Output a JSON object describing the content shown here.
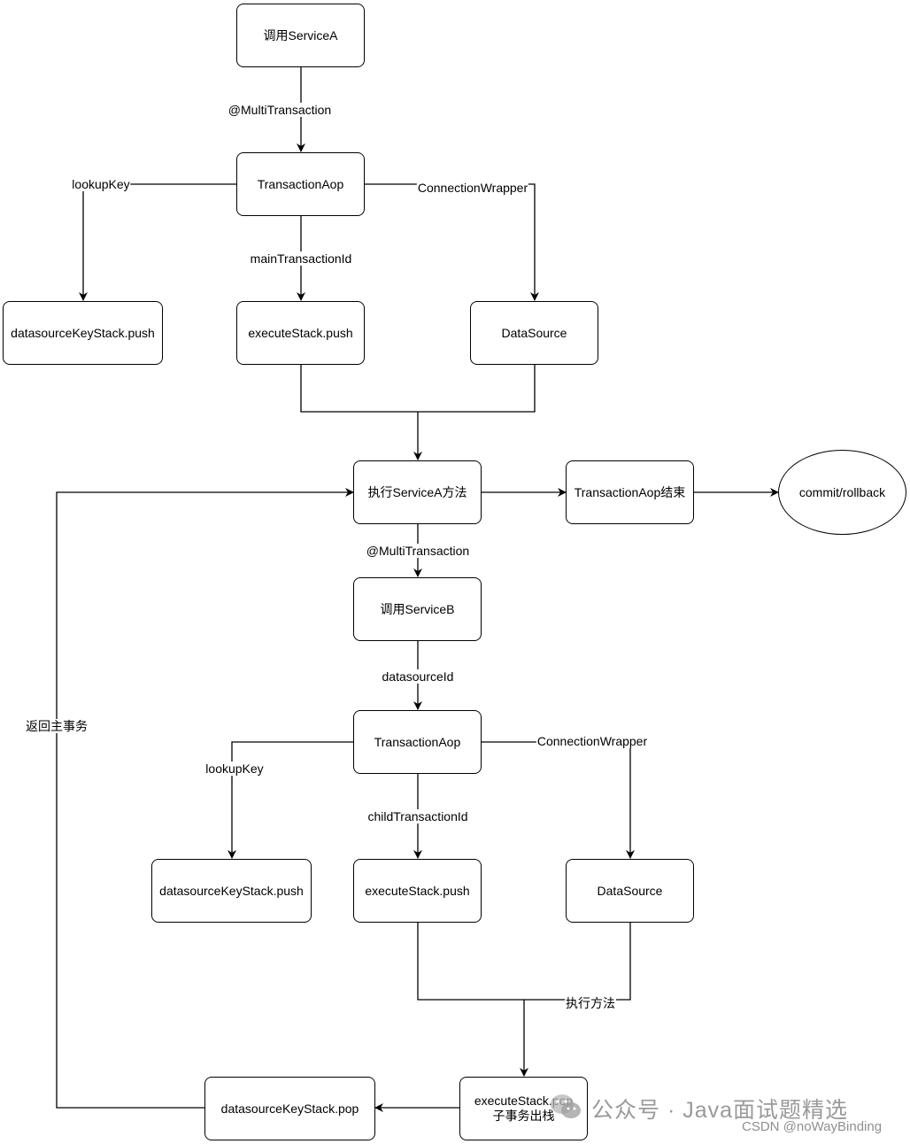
{
  "nodes": {
    "call_service_a": "调用ServiceA",
    "transaction_aop_1": "TransactionAop",
    "datasource_key_stack_push_1": "datasourceKeyStack.push",
    "execute_stack_push_1": "executeStack.push",
    "data_source_1": "DataSource",
    "execute_service_a": "执行ServiceA方法",
    "transaction_aop_end": "TransactionAop结束",
    "commit_rollback": "commit/rollback",
    "call_service_b": "调用ServiceB",
    "transaction_aop_2": "TransactionAop",
    "datasource_key_stack_push_2": "datasourceKeyStack.push",
    "execute_stack_push_2": "executeStack.push",
    "data_source_2": "DataSource",
    "execute_stack_pop_line1": "executeStack.pop",
    "execute_stack_pop_line2": "子事务出栈",
    "datasource_key_stack_pop": "datasourceKeyStack.pop"
  },
  "edge_labels": {
    "multi_transaction_1": "@MultiTransaction",
    "lookup_key_1": "lookupKey",
    "main_transaction_id": "mainTransactionId",
    "connection_wrapper_1": "ConnectionWrapper",
    "multi_transaction_2": "@MultiTransaction",
    "datasource_id": "datasourceId",
    "lookup_key_2": "lookupKey",
    "child_transaction_id": "childTransactionId",
    "connection_wrapper_2": "ConnectionWrapper",
    "execute_method": "执行方法",
    "return_main_transaction": "返回主事务"
  },
  "watermark": {
    "text": "公众号 · Java面试题精选",
    "csdn": "CSDN @noWayBinding"
  }
}
